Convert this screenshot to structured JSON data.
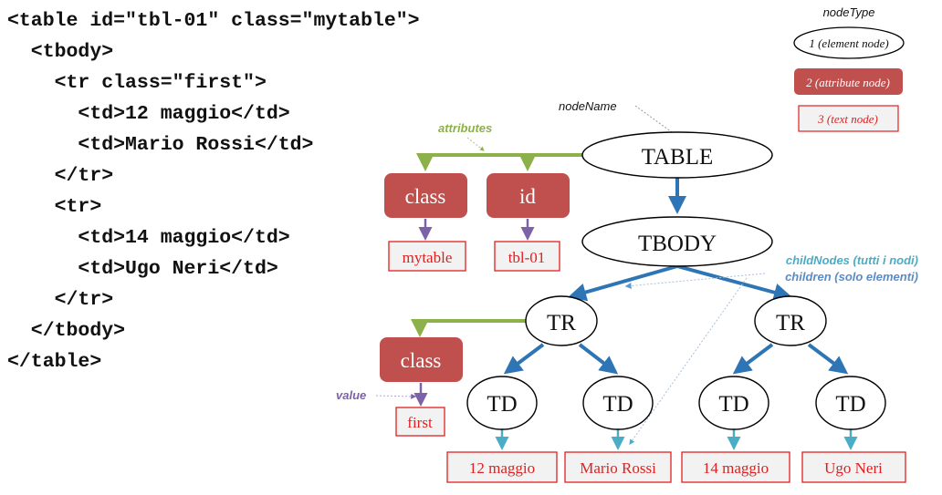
{
  "code_lines": [
    "<table id=\"tbl-01\" class=\"mytable\">",
    "  <tbody>",
    "    <tr class=\"first\">",
    "      <td>12 maggio</td>",
    "      <td>Mario Rossi</td>",
    "    </tr>",
    "    <tr>",
    "      <td>14 maggio</td>",
    "      <td>Ugo Neri</td>",
    "    </tr>",
    "  </tbody>",
    "</table>"
  ],
  "legend": {
    "title": "nodeType",
    "element": "1 (element node)",
    "attribute": "2  (attribute node)",
    "text": "3 (text node)"
  },
  "labels": {
    "nodeName": "nodeName",
    "attributes": "attributes",
    "childNodes": "childNodes (tutti i nodi)",
    "children": "children (solo elementi)",
    "value": "value"
  },
  "tree": {
    "table": "TABLE",
    "tbody": "TBODY",
    "tr1": "TR",
    "tr2": "TR",
    "td1": "TD",
    "td2": "TD",
    "td3": "TD",
    "td4": "TD"
  },
  "attributes": {
    "table_class_name": "class",
    "table_class_value": "mytable",
    "table_id_name": "id",
    "table_id_value": "tbl-01",
    "tr_class_name": "class",
    "tr_class_value": "first"
  },
  "texts": {
    "td1": "12 maggio",
    "td2": "Mario Rossi",
    "td3": "14 maggio",
    "td4": "Ugo Neri"
  },
  "colors": {
    "element_stroke": "#000000",
    "attribute_fill": "#c0504d",
    "text_fill": "#f2f2f2",
    "text_stroke": "#e02020",
    "text_color": "#e02020",
    "child_arrow": "#2e75b6",
    "attr_arrow": "#8cb04a",
    "value_arrow": "#7c62a6",
    "text_arrow": "#4bacc6"
  }
}
